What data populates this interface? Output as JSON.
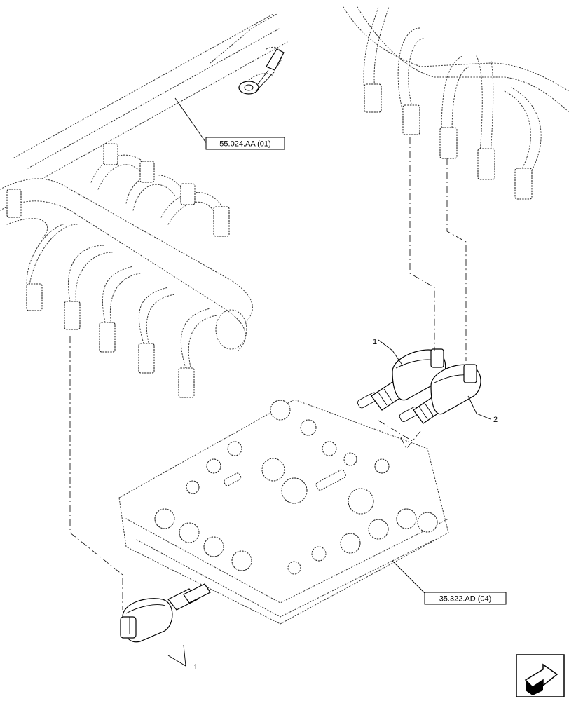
{
  "references": {
    "harness_ref": "55.024.AA (01)",
    "valve_body_ref": "35.322.AD (04)"
  },
  "callouts": {
    "solenoid_top_left": "1",
    "solenoid_top_right": "2",
    "solenoid_bottom": "1"
  },
  "nav_icon": "next-page-arrow-icon"
}
